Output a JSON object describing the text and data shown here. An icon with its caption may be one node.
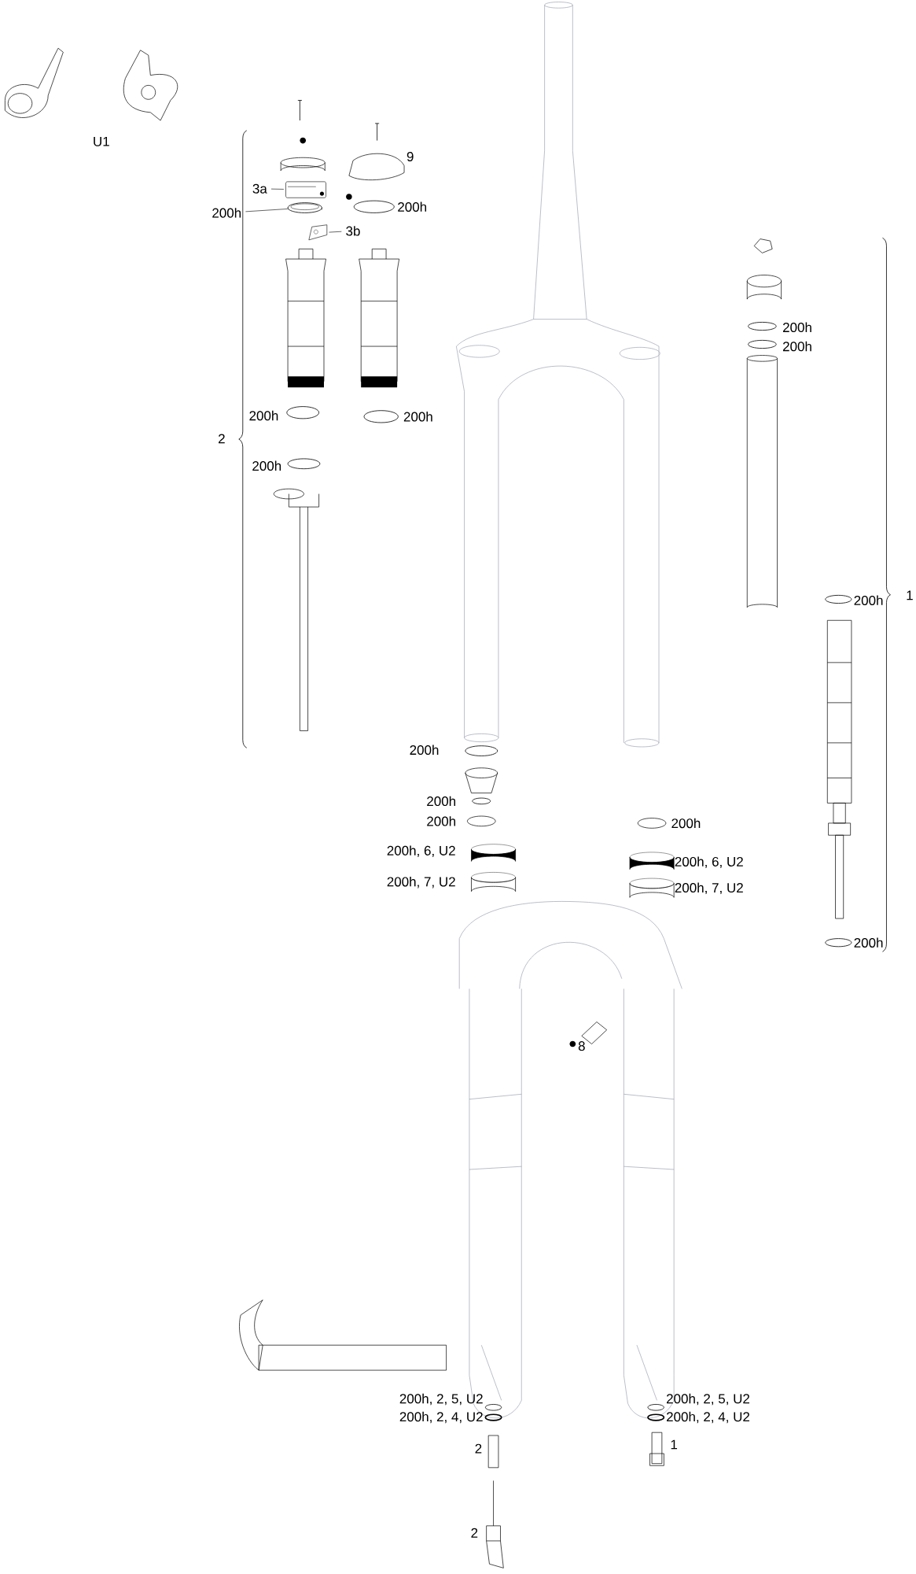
{
  "diagram": {
    "nodes": [
      {
        "text": [
          "3a"
        ]
      },
      {
        "text": [],
        "shape": "picture"
      },
      {
        "text": [
          "200h"
        ]
      },
      {
        "text": [],
        "shape": "picture"
      },
      {
        "text": [
          "3b"
        ]
      },
      {
        "text": [],
        "shape": "picture"
      }
    ],
    "edges": [
      {
        "from": 0,
        "to": 1,
        "arrow": "none"
      },
      {
        "from": 2,
        "to": 3,
        "arrow": "none"
      },
      {
        "from": 4,
        "to": 5,
        "arrow": "none"
      }
    ],
    "labels": [
      "U1",
      "9",
      "200h",
      "200h",
      "200h",
      "200h",
      "200h",
      "2",
      "200h",
      "1",
      "200h",
      "200h",
      "200h",
      "200h",
      "200h",
      "200h, 6, U2",
      "200h, 6, U2",
      "200h, 7, U2",
      "200h, 7, U2",
      "200h",
      "8",
      "200h, 2, 5, U2",
      "200h, 2, 5, U2",
      "200h, 2, 4, U2",
      "200h, 2, 4, U2",
      "2",
      "1",
      "2"
    ]
  }
}
